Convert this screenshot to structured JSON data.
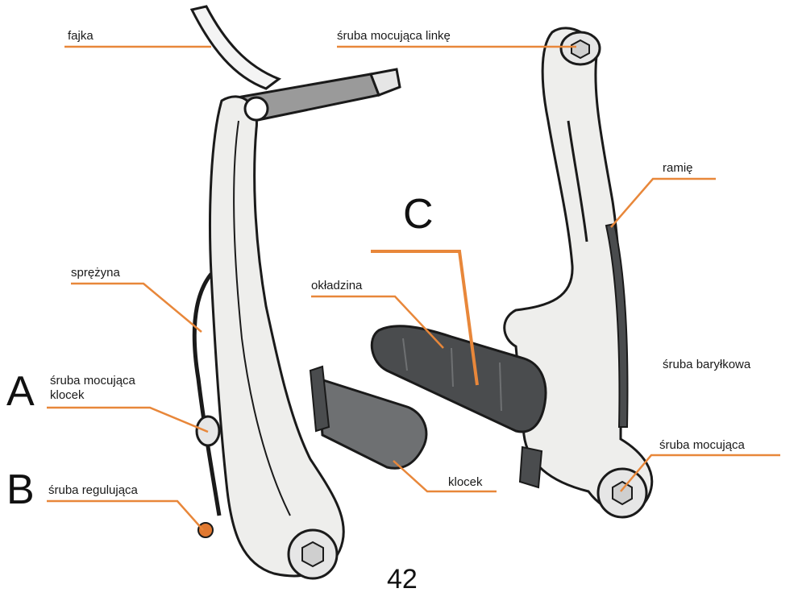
{
  "labels": {
    "fajka": "fajka",
    "sruba_mocujaca_linke": "śruba mocująca linkę",
    "ramie": "ramię",
    "sprezyna": "sprężyna",
    "okladzina": "okładzina",
    "sruba_mocujaca_klocek": "śruba mocująca klocek",
    "sruba_barylkowa": "śruba baryłkowa",
    "sruba_mocujaca": "śruba mocująca",
    "klocek": "klocek",
    "sruba_regulujaca": "śruba regulująca"
  },
  "letters": {
    "a": "A",
    "b": "B",
    "c": "C"
  },
  "page_number": "42",
  "colors": {
    "leader": "#e8873a",
    "outline": "#1a1a1a",
    "arm_fill": "#eeeeec",
    "pad_fill": "#4a4c4e",
    "pad_light": "#6e7072",
    "cable_fill": "#f4f4f4",
    "bolt_fill": "#e07830"
  }
}
